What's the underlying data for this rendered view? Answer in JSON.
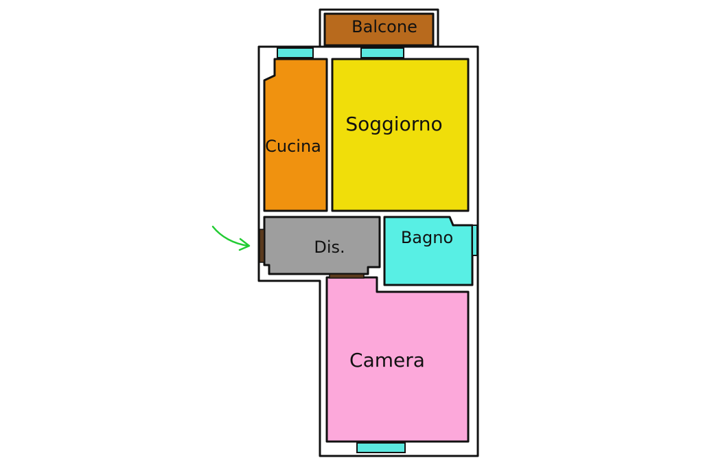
{
  "plan": {
    "rooms": {
      "balcone": {
        "label": "Balcone",
        "color": "#b86a1d"
      },
      "cucina": {
        "label": "Cucina",
        "color": "#f0920f"
      },
      "soggiorno": {
        "label": "Soggiorno",
        "color": "#f0de0a"
      },
      "dis": {
        "label": "Dis.",
        "color": "#9e9e9e"
      },
      "bagno": {
        "label": "Bagno",
        "color": "#58efe4"
      },
      "camera": {
        "label": "Camera",
        "color": "#fca8da"
      }
    },
    "entrance_arrow": {
      "icon": "entrance-arrow-icon",
      "color": "#22cc33"
    },
    "window_color": "#5be8df",
    "wall_color": "#111111"
  }
}
